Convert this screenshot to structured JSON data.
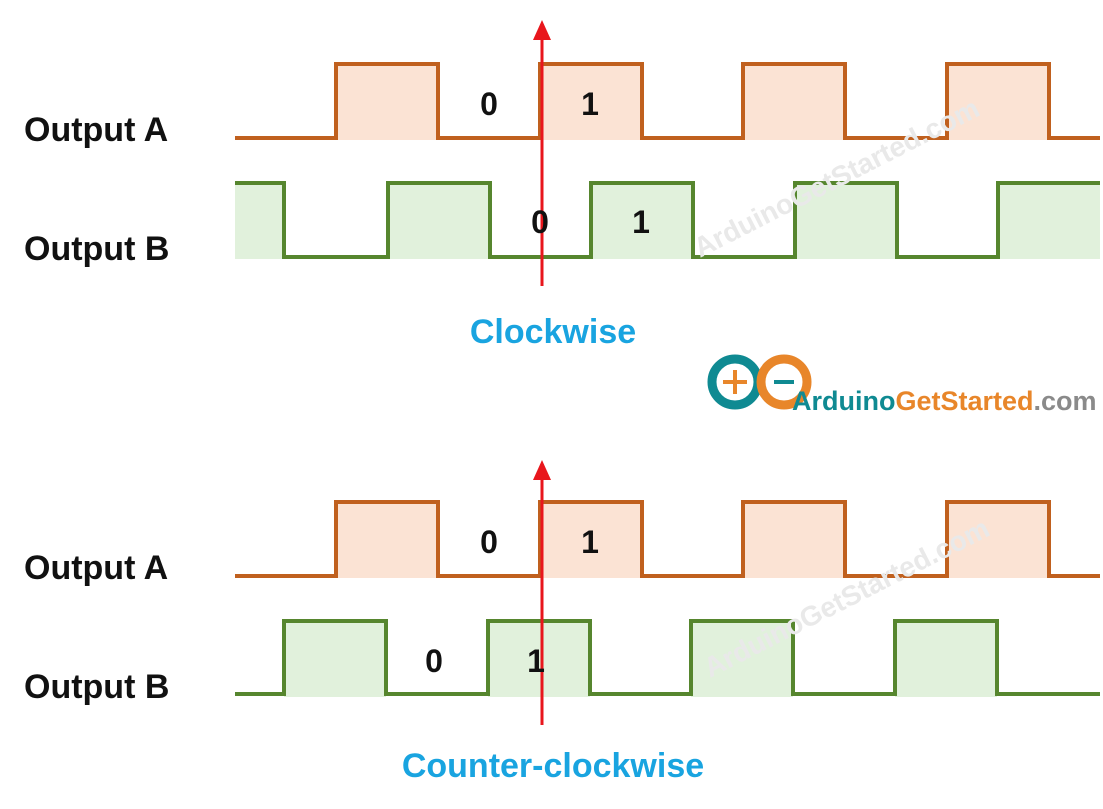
{
  "colors": {
    "output_a_line": "#c0601e",
    "output_a_fill": "#fbe3d4",
    "output_b_line": "#56862e",
    "output_b_fill": "#e1f1dc",
    "marker": "#e8161c",
    "caption": "#19a4e0",
    "logo_teal": "#0f8a92",
    "logo_orange": "#e8862a",
    "logo_gray": "#8a8a8a"
  },
  "clockwise": {
    "caption": "Clockwise",
    "output_a": {
      "label": "Output A",
      "level_before": "0",
      "level_after": "1"
    },
    "output_b": {
      "label": "Output B",
      "level_before": "0",
      "level_after": "1"
    }
  },
  "counter_clockwise": {
    "caption": "Counter-clockwise",
    "output_a": {
      "label": "Output A",
      "level_before": "0",
      "level_after": "1"
    },
    "output_b": {
      "label": "Output B",
      "level_before": "0",
      "level_after": "1"
    }
  },
  "logo": {
    "part1": "Arduino",
    "part2": "GetStarted",
    "part3": ".com",
    "icon": "arduino-infinity-icon"
  },
  "watermark": "ArduinoGetStarted.com"
}
